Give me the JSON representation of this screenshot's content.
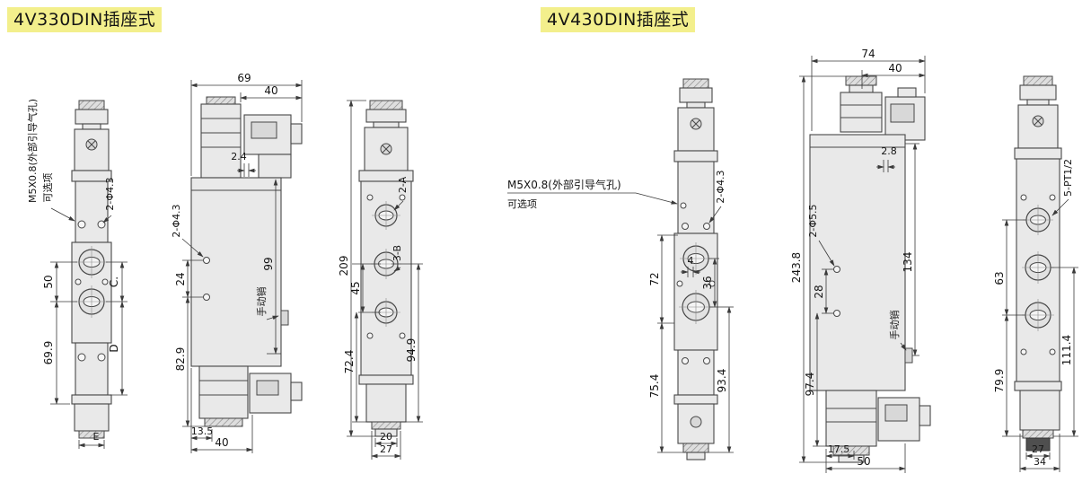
{
  "titles": {
    "left": "4V330DIN插座式",
    "right": "4V430DIN插座式"
  },
  "colors": {
    "title_highlight": "#f3ef8c",
    "line": "#3a3a3a",
    "body_fill": "#e9e9e9"
  },
  "v330": {
    "front": {
      "note_m5": "M5X0.8(外部引导气孔)",
      "note_optional": "可选项",
      "holes": "2-Φ4.3",
      "dim_port_pitch": "50",
      "dim_c": "C.",
      "dim_lower": "69.9",
      "dim_d": "D",
      "dim_e": "E"
    },
    "side": {
      "dim_width": "69",
      "dim_conn": "40",
      "dim_gap": "2.4",
      "holes": "2-Φ4.3",
      "dim_hole_pitch": "24",
      "dim_99": "99",
      "dim_829": "82.9",
      "manual": "手动销",
      "dim_135": "13.5",
      "dim_40b": "40"
    },
    "ports": {
      "dim_height": "209",
      "label_2a": "2-A",
      "label_3b": "3-B",
      "dim_45": "45",
      "dim_724": "72.4",
      "dim_949": "94.9",
      "dim_20": "20",
      "dim_27": "27"
    }
  },
  "v430": {
    "front": {
      "note_m5": "M5X0.8(外部引导气孔)",
      "note_optional": "可选项",
      "holes": "2-Φ4.3",
      "dim_72": "72",
      "dim_4": "4",
      "dim_36": "36",
      "dim_754": "75.4",
      "dim_934": "93.4"
    },
    "side": {
      "dim_width": "74",
      "dim_conn": "40",
      "dim_gap": "2.8",
      "dim_height": "243.8",
      "holes": "2-Φ5.5",
      "dim_28": "28",
      "dim_134": "134",
      "dim_974": "97.4",
      "manual": "手动销",
      "dim_175": "17.5",
      "dim_50": "50"
    },
    "ports": {
      "label_pt": "5-PT1/2",
      "dim_63": "63",
      "dim_1114": "111.4",
      "dim_799": "79.9",
      "dim_27": "27",
      "dim_34": "34"
    }
  }
}
